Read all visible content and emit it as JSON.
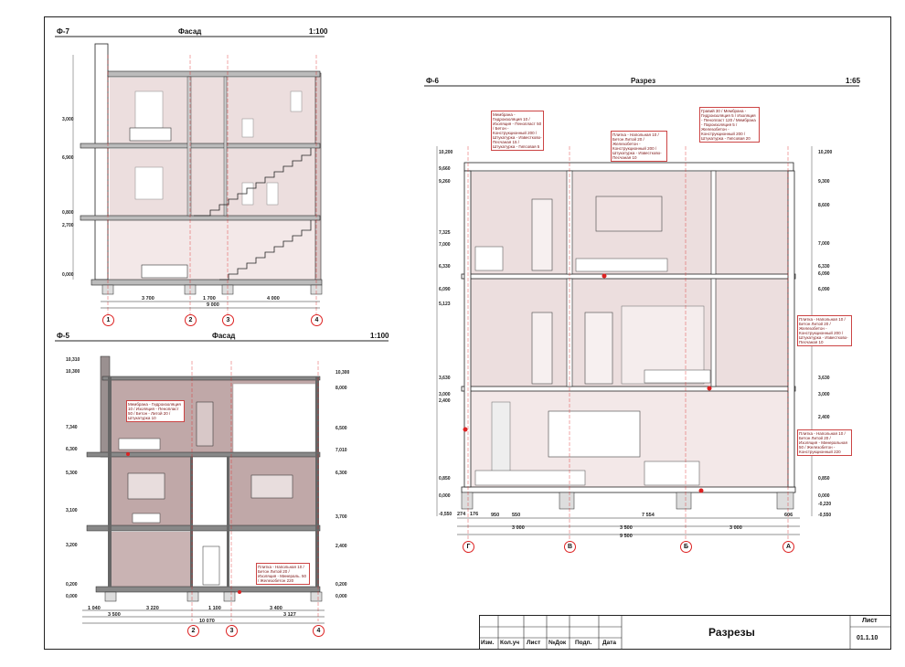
{
  "sheet": {
    "title": "Разрезы",
    "sheet_label": "Лист",
    "sheet_number": "01.1.10",
    "stamp_columns": [
      "Изм.",
      "Кол.уч",
      "Лист",
      "№Док",
      "Подп.",
      "Дата"
    ]
  },
  "views": {
    "f7": {
      "code": "Ф-7",
      "title": "Фасад",
      "scale": "1:100",
      "dims": [
        "3 700",
        "1 700",
        "4 000",
        "9 000"
      ],
      "levels": [
        "3,000",
        "6,900",
        "0,800",
        "2,700",
        "0,000"
      ],
      "axes": [
        "1",
        "2",
        "3",
        "4"
      ]
    },
    "f5": {
      "code": "Ф-5",
      "title": "Фасад",
      "scale": "1:100",
      "dims": [
        "1 040",
        "3 220",
        "1 100",
        "3 400",
        "3 500",
        "3 127",
        "10 070"
      ],
      "levels_left": [
        "10,310",
        "10,300",
        "7,340",
        "6,300",
        "5,300",
        "3,100",
        "3,200",
        "0,200",
        "0,000"
      ],
      "levels_right": [
        "10,300",
        "8,000",
        "6,500",
        "7,010",
        "6,300",
        "3,700",
        "2,400",
        "0,200",
        "0,000"
      ],
      "axes": [
        "2",
        "3",
        "4"
      ],
      "notes": [
        "Мембрана - Гидроизоляция 10 / Изоляция - Пенопласт 50 / Бетон - Литой 20 / Штукатурка 10",
        "Плитка - Напольная 10 / Бетон Литой 20 / Изоляция - Минераль. 50 / Железобетон 220"
      ]
    },
    "f6": {
      "code": "Ф-6",
      "title": "Разрез",
      "scale": "1:65",
      "levels_left": [
        "10,200",
        "9,660",
        "9,260",
        "7,325",
        "7,000",
        "6,330",
        "6,090",
        "5,123",
        "3,630",
        "3,000",
        "2,400",
        "0,850",
        "0,000",
        "-0,550"
      ],
      "levels_right": [
        "10,200",
        "9,300",
        "8,600",
        "7,000",
        "6,330",
        "6,090",
        "6,090",
        "3,630",
        "3,000",
        "2,400",
        "0,850",
        "0,000",
        "-0,220",
        "-0,550"
      ],
      "dims_top": [
        "274",
        "176",
        "950",
        "550",
        "7 554",
        "606"
      ],
      "dims_mid": [
        "3 000",
        "3 500",
        "3 000"
      ],
      "dims_total": "9 500",
      "axes": [
        "Г",
        "В",
        "Б",
        "А"
      ],
      "notes": [
        "Мембрана - Гидроизоляция 10 / Изоляция - Пенопласт 50 / Бетон - Конструкционный 200 / Штукатурка - Известково-Песчаная 15 / Штукатурка - Гипсовая 5",
        "Плитка - Напольная 10 / Бетон Литой 20 / Железобетон - Конструкционный 200 / Штукатурка - Известково-Песчаная 10",
        "Гравий 30 / Мембрана - Гидроизоляция 5 / Изоляция - Пенопласт 120 / Мембрана - Пароизоляция 5 / Железобетон - Конструкционный 200 / Штукатурка - Гипсовая 20",
        "Плитка - Напольная 10 / Бетон Литой 20 / Железобетон - Конструкционный 200 / Штукатурка - Известково-Песчаная 10",
        "Плитка - Напольная 10 / Бетон Литой 20 / Изоляция - Минеральная 50 / Железобетон - Конструкционный 220"
      ]
    }
  },
  "colors": {
    "line": "#222222",
    "fill": "#e8d9d9",
    "dark": "#9a8080",
    "accent": "#d22222"
  }
}
